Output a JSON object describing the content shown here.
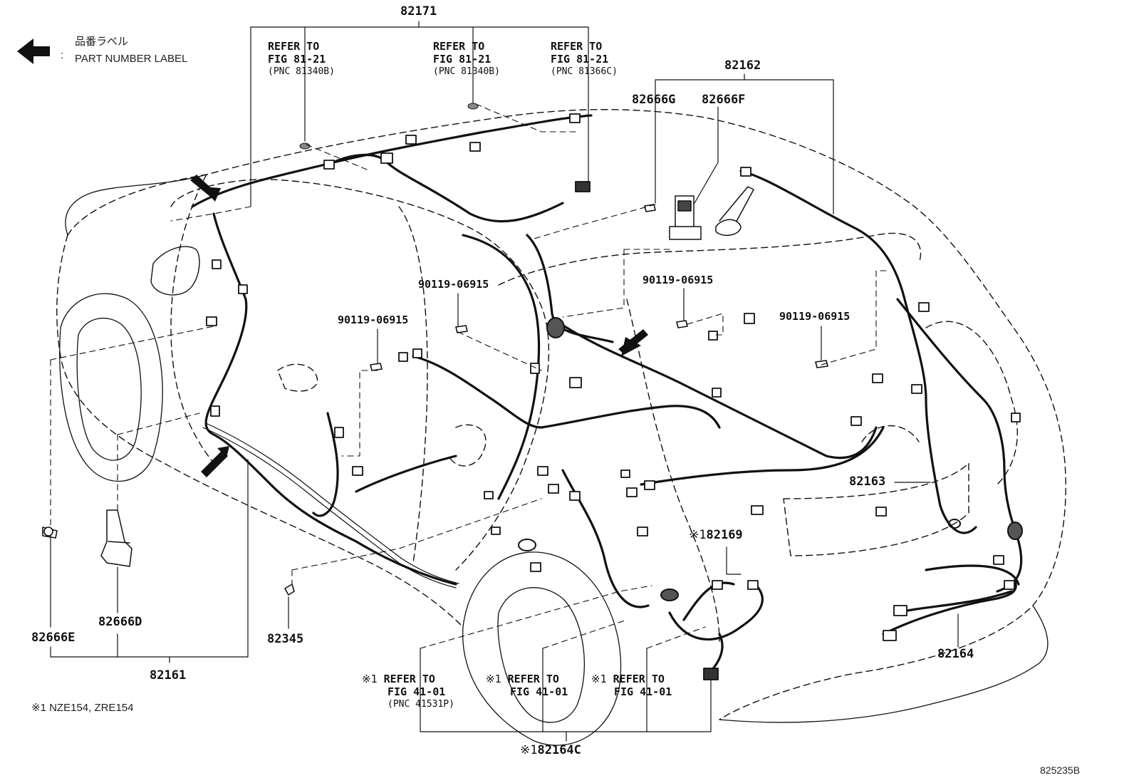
{
  "legend": {
    "title_jp": "品番ラベル",
    "colon": ":",
    "title_en": "PART NUMBER LABEL"
  },
  "labels": {
    "p82171": "82171",
    "p82162": "82162",
    "p82666G": "82666G",
    "p82666F": "82666F",
    "p82163": "82163",
    "p82169": "82169",
    "p82169_mark": "※1",
    "p82164": "82164",
    "p82666E": "82666E",
    "p82666D": "82666D",
    "p82345": "82345",
    "p82161": "82161",
    "p82164C": "82164C",
    "p82164C_mark": "※1",
    "bolt_a": "90119-06915",
    "bolt_b": "90119-06915",
    "bolt_c": "90119-06915",
    "bolt_d": "90119-06915"
  },
  "refer_top": [
    {
      "line1": "REFER TO",
      "line2": "FIG 81-21",
      "line3": "(PNC 81340B)"
    },
    {
      "line1": "REFER TO",
      "line2": "FIG 81-21",
      "line3": "(PNC 81340B)"
    },
    {
      "line1": "REFER TO",
      "line2": "FIG 81-21",
      "line3": "(PNC 81366C)"
    }
  ],
  "refer_bottom": [
    {
      "mark": "※1",
      "line1": "REFER TO",
      "line2": "FIG 41-01",
      "line3": "(PNC 41531P)"
    },
    {
      "mark": "※1",
      "line1": "REFER TO",
      "line2": "FIG 41-01",
      "line3": ""
    },
    {
      "mark": "※1",
      "line1": "REFER TO",
      "line2": "FIG 41-01",
      "line3": ""
    }
  ],
  "footnote": "※1 NZE154, ZRE154",
  "figure_id": "825235B"
}
